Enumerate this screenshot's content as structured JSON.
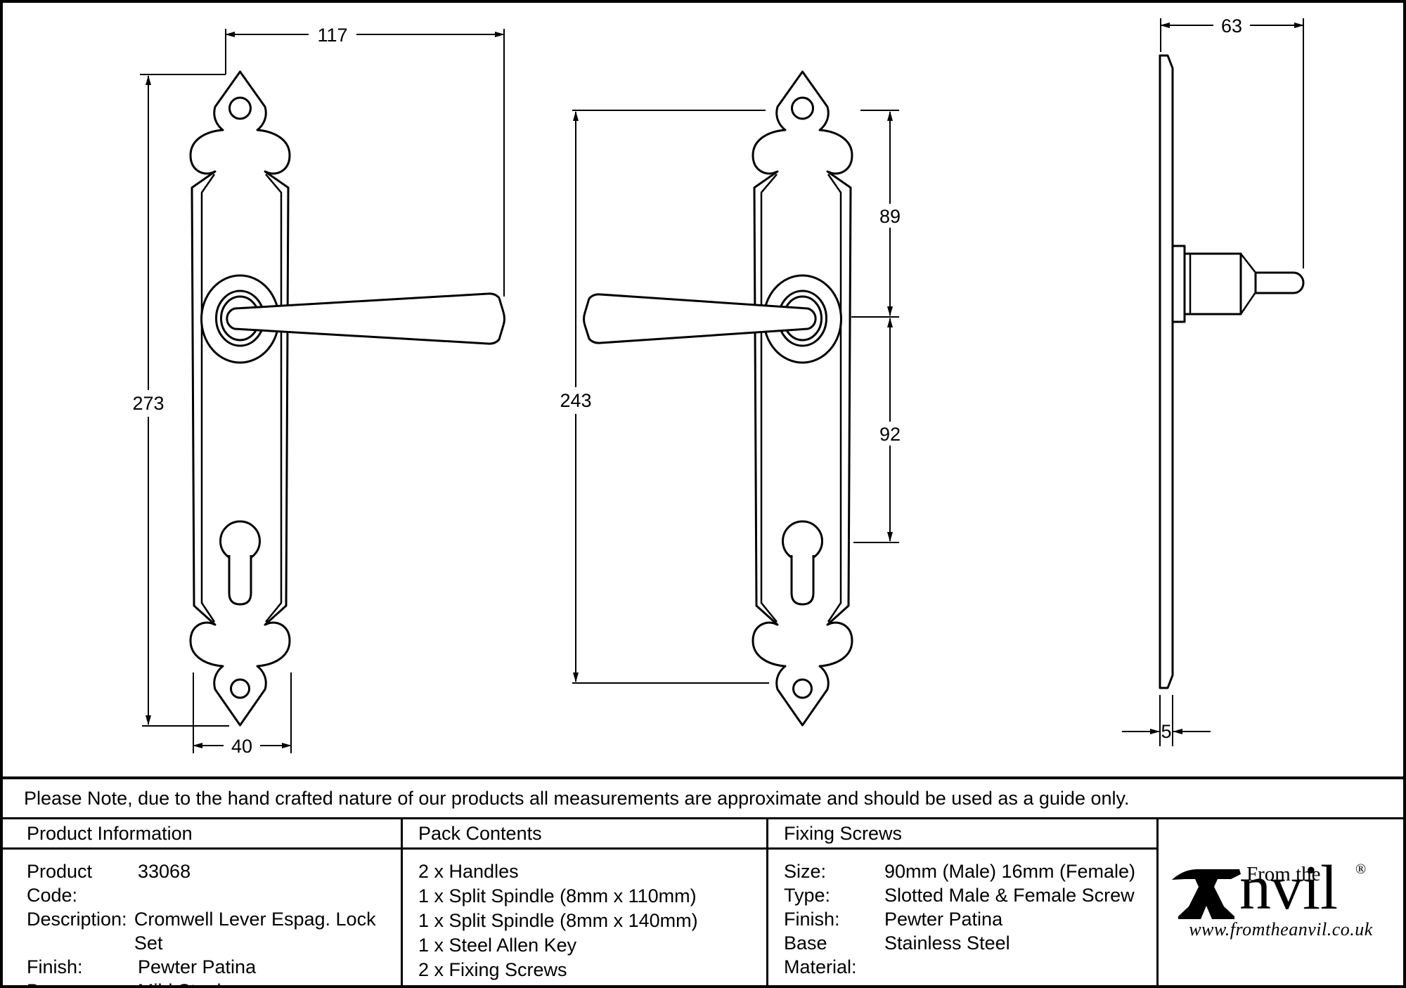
{
  "drawing": {
    "front_left": {
      "width_dim": "117",
      "height_dim": "273",
      "plate_width_dim": "40"
    },
    "front_right": {
      "height_dim": "243",
      "top_to_handle_dim": "89",
      "handle_to_keyhole_dim": "92"
    },
    "side": {
      "projection_dim": "63",
      "thickness_dim": "5"
    }
  },
  "note": "Please Note, due to the hand crafted nature of our products all measurements are approximate and should be used as a guide only.",
  "product_information": {
    "title": "Product Information",
    "rows": [
      {
        "label": "Product Code:",
        "value": "33068"
      },
      {
        "label": "Description:",
        "value": "Cromwell Lever Espag. Lock Set"
      },
      {
        "label": "Finish:",
        "value": "Pewter Patina"
      },
      {
        "label": "Base Material:",
        "value": "Mild Steel"
      }
    ]
  },
  "pack_contents": {
    "title": "Pack Contents",
    "items": [
      "2 x Handles",
      "1 x Split Spindle (8mm x 110mm)",
      "1 x Split Spindle (8mm x 140mm)",
      "1 x Steel Allen Key",
      "2 x Fixing Screws"
    ]
  },
  "fixing_screws": {
    "title": "Fixing Screws",
    "rows": [
      {
        "label": "Size:",
        "value": "90mm (Male) 16mm (Female)"
      },
      {
        "label": "Type:",
        "value": "Slotted Male & Female Screw"
      },
      {
        "label": "Finish:",
        "value": "Pewter Patina"
      },
      {
        "label": "Base Material:",
        "value": "Stainless Steel"
      }
    ]
  },
  "logo": {
    "tagline": "From the",
    "brand_suffix": "nvil",
    "registered": "®",
    "url": "www.fromtheanvil.co.uk",
    "color": "#000000"
  }
}
